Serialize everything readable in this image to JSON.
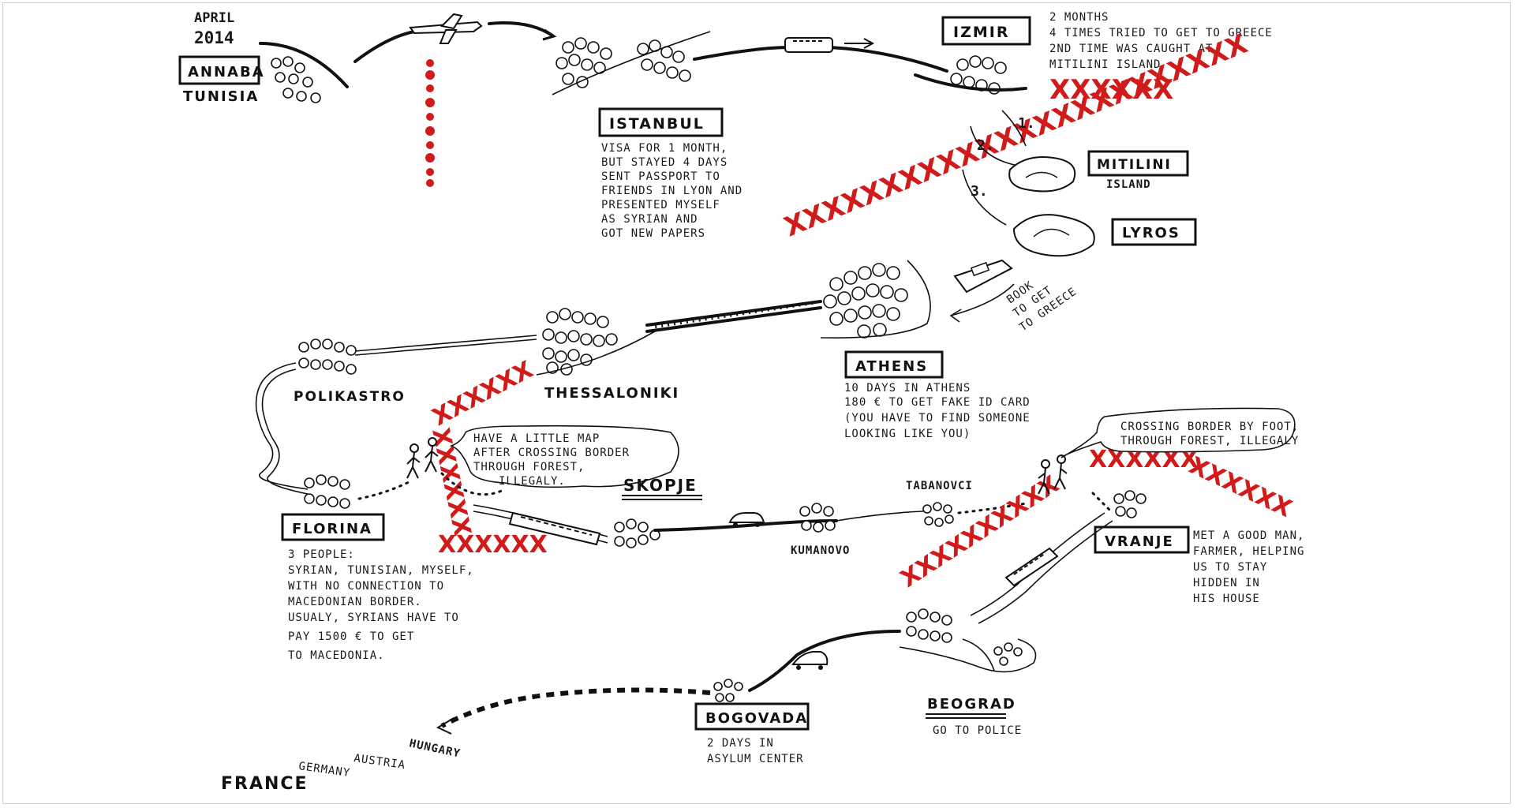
{
  "start": {
    "date_line1": "APRIL",
    "date_line2": "2014",
    "city": "ANNABA",
    "country": "TUNISIA"
  },
  "cities": {
    "istanbul": "ISTANBUL",
    "izmir": "IZMIR",
    "mitilini": "MITILINI",
    "mitilini_sub": "ISLAND",
    "lyros": "LYROS",
    "athens": "ATHENS",
    "thessaloniki": "THESSALONIKI",
    "polikastro": "POLIKASTRO",
    "florina": "FLORINA",
    "skopje": "SKOPJE",
    "kumanovo": "KUMANOVO",
    "tabanovci": "TABANOVCI",
    "vranje": "VRANJE",
    "beograd": "BEOGRAD",
    "bogovada": "BOGOVADA"
  },
  "destinations": {
    "hungary": "HUNGARY",
    "austria": "AUSTRIA",
    "germany": "GERMANY",
    "france": "FRANCE"
  },
  "notes": {
    "izmir": [
      "2 MONTHS",
      "4 TIMES TRIED TO GET TO GREECE",
      "2ND TIME WAS CAUGHT AT",
      "MITILINI ISLAND"
    ],
    "istanbul": [
      "VISA FOR 1 MONTH,",
      "BUT STAYED 4 DAYS",
      "SENT PASSPORT TO",
      "FRIENDS IN LYON AND",
      "PRESENTED MYSELF",
      "AS SYRIAN AND",
      "GOT NEW PAPERS"
    ],
    "boat": [
      "BOOK",
      "TO GET",
      "TO GREECE"
    ],
    "athens": [
      "10 DAYS IN ATHENS",
      "180 € TO GET FAKE ID CARD",
      "(YOU HAVE TO FIND SOMEONE",
      "LOOKING LIKE YOU)"
    ],
    "florina_bubble": [
      "HAVE A LITTLE MAP",
      "AFTER CROSSING BORDER",
      "THROUGH FOREST,",
      "ILLEGALY."
    ],
    "florina": [
      "3 PEOPLE:",
      "SYRIAN, TUNISIAN, MYSELF,",
      "WITH NO CONNECTION TO",
      "MACEDONIAN BORDER.",
      "USUALY, SYRIANS HAVE TO",
      "PAY 1500 € TO GET",
      "TO MACEDONIA."
    ],
    "tabanovci_bubble": [
      "CROSSING BORDER BY FOOT,",
      "THROUGH FOREST, ILLEGALY"
    ],
    "vranje": [
      "MET A GOOD MAN,",
      "FARMER, HELPING",
      "US TO STAY",
      "HIDDEN IN",
      "HIS HOUSE"
    ],
    "beograd": [
      "GO TO POLICE"
    ],
    "bogovada": [
      "2 DAYS IN",
      "ASYLUM CENTER"
    ]
  },
  "attempts": {
    "first": "1.",
    "second": "2.",
    "third": "3."
  },
  "marks": {
    "cross_row_long": "XXXXXXXXXXXXXXXXXXXXXXXX",
    "cross_row_short": "XXXXXX",
    "cross_row_mid": "XXXXXXXXXX"
  },
  "colors": {
    "ink": "#111111",
    "red": "#d11a1a"
  },
  "icons": [
    "airplane-icon",
    "bus-icon",
    "boat-icon",
    "train-icon",
    "car-icon",
    "walking-people-icon"
  ]
}
